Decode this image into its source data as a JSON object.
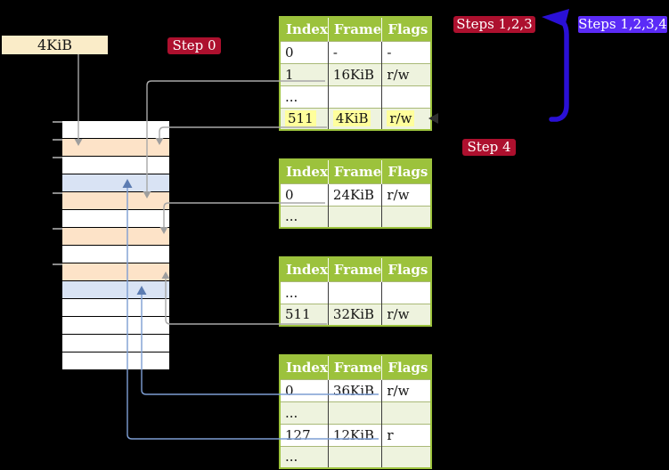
{
  "diagram": {
    "title_note": "4-level page table translation diagram",
    "box_4kib": "4KiB",
    "labels": {
      "step0": "Step 0",
      "steps123": "Steps 1,2,3",
      "steps1234": "Steps 1,2,3,4",
      "step4": "Step 4"
    },
    "tables": [
      {
        "id": "t1",
        "headers": [
          "Index",
          "Frame",
          "Flags"
        ],
        "rows": [
          {
            "cells": [
              "0",
              "-",
              "-"
            ],
            "shade": "white"
          },
          {
            "cells": [
              "1",
              "16KiB",
              "r/w"
            ],
            "shade": "green"
          },
          {
            "cells": [
              "...",
              "",
              ""
            ],
            "shade": "white"
          },
          {
            "cells": [
              "511",
              "4KiB",
              "r/w"
            ],
            "shade": "green",
            "highlight": true
          }
        ]
      },
      {
        "id": "t2",
        "headers": [
          "Index",
          "Frame",
          "Flags"
        ],
        "rows": [
          {
            "cells": [
              "0",
              "24KiB",
              "r/w"
            ],
            "shade": "white"
          },
          {
            "cells": [
              "...",
              "",
              ""
            ],
            "shade": "green"
          }
        ]
      },
      {
        "id": "t3",
        "headers": [
          "Index",
          "Frame",
          "Flags"
        ],
        "rows": [
          {
            "cells": [
              "...",
              "",
              ""
            ],
            "shade": "white"
          },
          {
            "cells": [
              "511",
              "32KiB",
              "r/w"
            ],
            "shade": "green"
          }
        ]
      },
      {
        "id": "t4",
        "headers": [
          "Index",
          "Frame",
          "Flags"
        ],
        "rows": [
          {
            "cells": [
              "0",
              "36KiB",
              "r/w"
            ],
            "shade": "white"
          },
          {
            "cells": [
              "...",
              "",
              ""
            ],
            "shade": "green"
          },
          {
            "cells": [
              "127",
              "12KiB",
              "r"
            ],
            "shade": "white"
          },
          {
            "cells": [
              "...",
              "",
              ""
            ],
            "shade": "green"
          }
        ]
      }
    ],
    "memory_rows": [
      "white",
      "peach",
      "white",
      "blue",
      "peach",
      "white",
      "peach",
      "white",
      "peach",
      "blue",
      "white",
      "white",
      "white",
      "white"
    ],
    "connectors": [
      {
        "id": "box4kib-to-frame4",
        "style": "gray",
        "from": "4KiB box",
        "to": "memory frame row 2 (peach)"
      },
      {
        "id": "t1r1-to-frame16",
        "style": "gray",
        "from": "table1 entry 1 -> 16KiB",
        "to": "memory frame row 5 (peach)"
      },
      {
        "id": "t1r511-to-frame4",
        "style": "gray",
        "from": "table1 entry 511 -> 4KiB",
        "to": "memory frame row 2 (peach)"
      },
      {
        "id": "t2r0-to-frame24",
        "style": "gray",
        "from": "table2 entry 0 -> 24KiB",
        "to": "memory frame row 7 (peach)"
      },
      {
        "id": "t3r511-to-frame32",
        "style": "gray",
        "from": "table3 entry 511 -> 32KiB",
        "to": "memory frame row 9 (peach)"
      },
      {
        "id": "t4r0-to-frame36",
        "style": "blue",
        "from": "table4 entry 0 -> 36KiB",
        "to": "memory frame row 10 (blue)"
      },
      {
        "id": "t4r127-to-frame12",
        "style": "blue",
        "from": "table4 entry 127 -> 12KiB",
        "to": "memory frame row 4 (blue)"
      },
      {
        "id": "steps-loop-arrow",
        "style": "bigblue",
        "from": "bottom of table chain",
        "to": "top (Steps 1,2,3)"
      },
      {
        "id": "t1r511-entry-arrowhead",
        "style": "dark",
        "from": "loop arrow tail",
        "to": "table1 entry 511"
      }
    ],
    "colors": {
      "crimson": "#ad102e",
      "violet": "#5b2bf7",
      "olive": "#9cc23c",
      "rowgreen": "#eef3de",
      "peach": "#fde3c8",
      "lightblue": "#d9e3f4",
      "tan": "#faecc8",
      "highlight": "#ffff9c",
      "grayline": "#a8a8a8",
      "blueline": "#7d9ed3",
      "bluehead": "#5c7cb2",
      "bigarrow": "#2a10d6"
    }
  }
}
